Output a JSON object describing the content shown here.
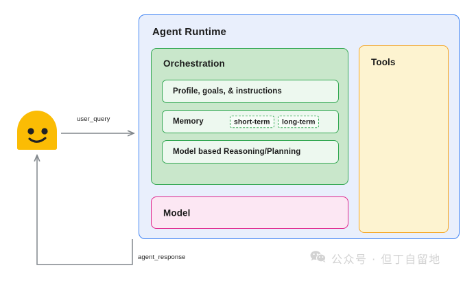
{
  "diagram": {
    "runtime": {
      "title": "Agent Runtime",
      "border_color": "#4285f4",
      "fill_color": "#e9effc"
    },
    "orchestration": {
      "title": "Orchestration",
      "border_color": "#34a853",
      "fill_color": "#c9e7cb",
      "rows": [
        {
          "label": "Profile, goals, & instructions"
        },
        {
          "label": "Memory",
          "badges": [
            {
              "label": "short-term"
            },
            {
              "label": "long-term"
            }
          ]
        },
        {
          "label": "Model based Reasoning/Planning"
        }
      ]
    },
    "model": {
      "title": "Model",
      "border_color": "#e0218a",
      "fill_color": "#fce7f3"
    },
    "tools": {
      "title": "Tools",
      "border_color": "#f5a623",
      "fill_color": "#fdf3d0"
    },
    "user": {
      "icon": "smiley-face-icon",
      "face_color": "#fbbc04"
    },
    "connectors": [
      {
        "id": "user-query",
        "label": "user_query",
        "direction": "user-to-runtime",
        "color": "#80868b"
      },
      {
        "id": "agent-response",
        "label": "agent_response",
        "direction": "runtime-to-user",
        "color": "#80868b"
      }
    ]
  },
  "watermark": {
    "icon": "wechat-icon",
    "text": "公众号 · 但丁自留地",
    "color": "#cfcfcf"
  }
}
